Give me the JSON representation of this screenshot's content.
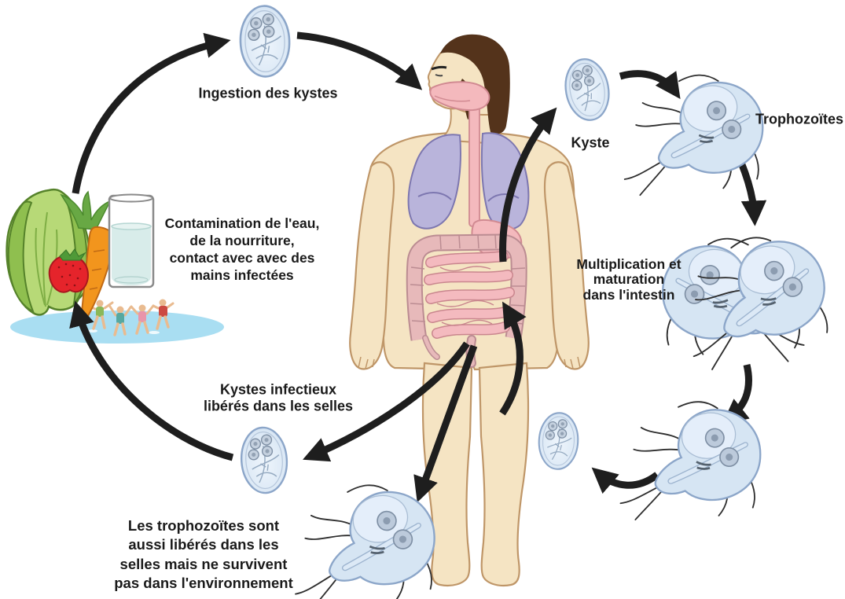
{
  "diagram_type": "parasite-life-cycle",
  "labels": {
    "ingestion": "Ingestion des kystes",
    "contamination": "Contamination de l'eau,\nde la nourriture,\ncontact avec avec des\nmains infectées",
    "kyste": "Kyste",
    "trophozoites": "Trophozoïtes",
    "multiplication": "Multiplication et\nmaturation\ndans l'intestin",
    "kystes_infectieux": "Kystes infectieux\nlibérés dans les selles",
    "trophozoites_selles": "Les trophozoïtes sont\naussi libérés dans les\nselles mais ne survivent\npas dans l'environnement"
  },
  "icons": {
    "cyst-icon": "oval cell with four nuclei and axoneme fibres",
    "trophozoite-icon": "pear-shaped flagellated cell with two nuclei",
    "dividing-trophozoites-icon": "two trophozoites joined in a V while dividing",
    "human-body-illustration": "standing man with lungs and digestive tract visible",
    "lettuce-icon": "green lettuce",
    "carrot-icon": "orange carrot with green top",
    "strawberry-icon": "red strawberry",
    "water-glass-icon": "glass of water",
    "swimming-pond-icon": "children playing in pond water",
    "arrow-icon": "thick black curved arrow"
  },
  "arrows": [
    {
      "from": "contaminated-food-and-water",
      "to": "ingested-cyst"
    },
    {
      "from": "ingested-cyst",
      "to": "mouth"
    },
    {
      "from": "cyst-near-leg",
      "to": "intestine"
    },
    {
      "from": "intestine",
      "to": "kyste"
    },
    {
      "from": "kyste",
      "to": "trophozoites"
    },
    {
      "from": "trophozoites",
      "to": "multiplication-in-intestine"
    },
    {
      "from": "multiplication-in-intestine",
      "to": "released-trophozoite"
    },
    {
      "from": "released-trophozoite",
      "to": "cyst-near-leg"
    },
    {
      "from": "body",
      "to": "cyst-released-in-stool"
    },
    {
      "from": "body",
      "to": "trophozoite-released-in-stool"
    },
    {
      "from": "cyst-released-in-stool",
      "to": "environment-food-and-water"
    }
  ],
  "colors": {
    "background": "#ffffff",
    "text": "#1a1a1a",
    "arrow": "#1e1e1e",
    "cell_fill": "#d6e5f3",
    "cell_outline": "#8ca6c9",
    "skin": "#f5e4c3",
    "skin_outline": "#bf9668",
    "hair": "#54331b",
    "lungs": "#b9b4db",
    "digestive_pink": "#f4b9bd",
    "pond_blue": "#a9def2",
    "lettuce_green": "#b7d977",
    "carrot_orange": "#f2951d",
    "strawberry_red": "#e5242b"
  }
}
